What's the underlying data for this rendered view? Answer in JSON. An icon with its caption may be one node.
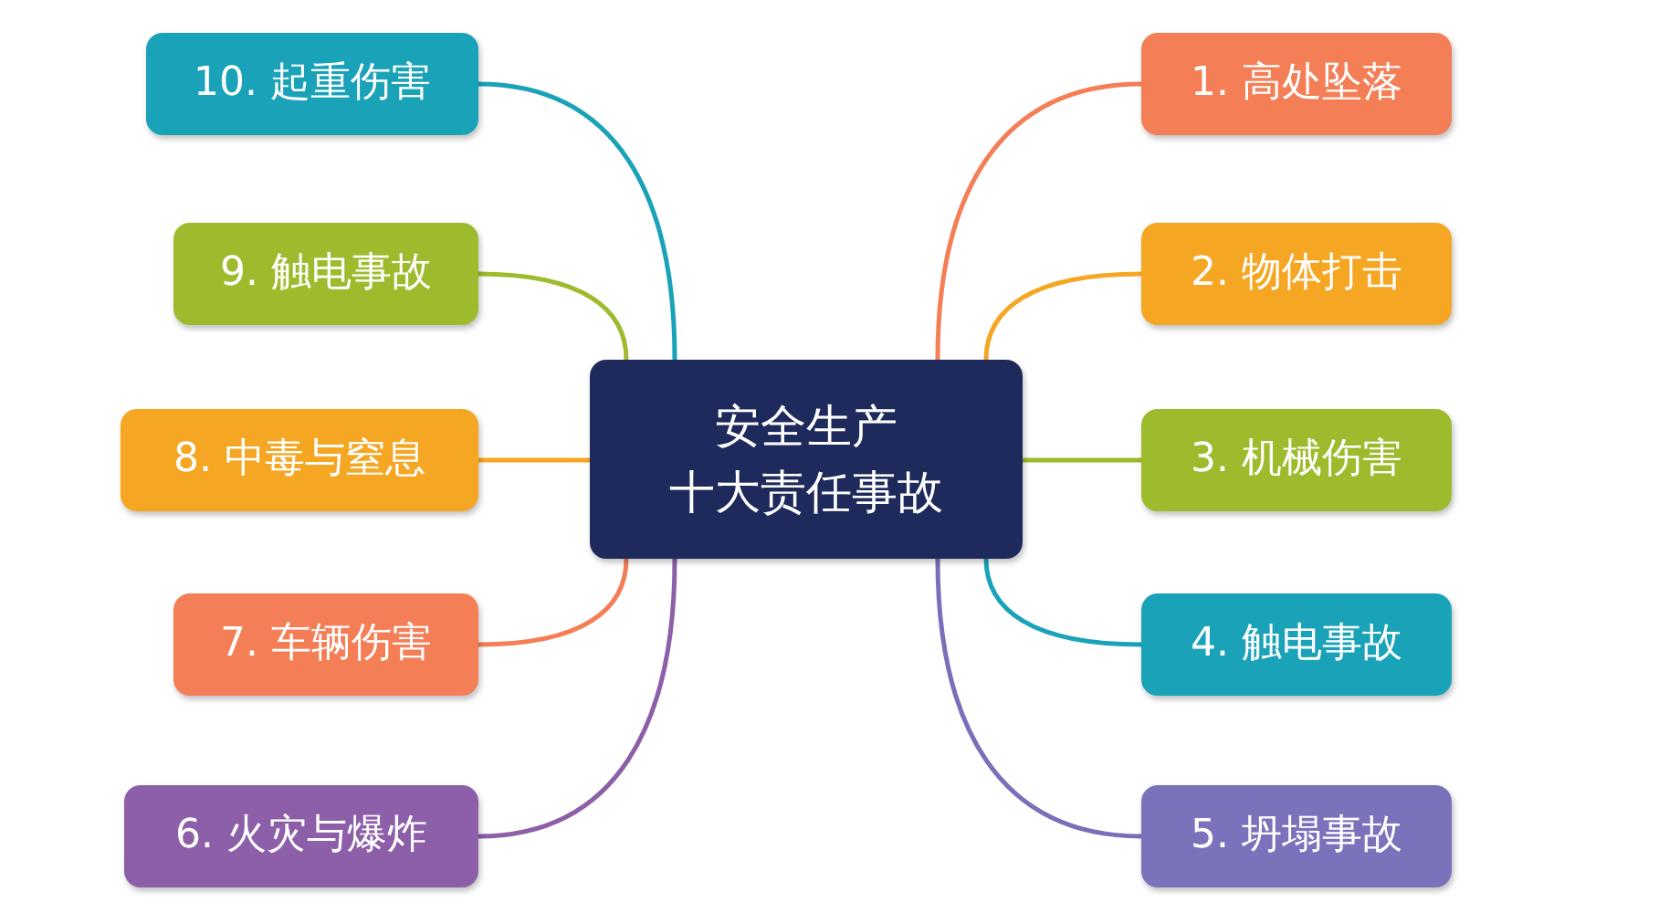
{
  "diagram": {
    "nodes": [
      {
        "text": [
          "安全生产",
          "十大责任事故"
        ]
      },
      {
        "text": [
          "1. 高处坠落"
        ]
      },
      {
        "text": [
          "2. 物体打击"
        ]
      },
      {
        "text": [
          "3. 机械伤害"
        ]
      },
      {
        "text": [
          "4. 触电事故"
        ]
      },
      {
        "text": [
          "5. 坍塌事故"
        ]
      },
      {
        "text": [
          "6. 火灾与爆炸"
        ]
      },
      {
        "text": [
          "7. 车辆伤害"
        ]
      },
      {
        "text": [
          "8. 中毒与窒息"
        ]
      },
      {
        "text": [
          "9. 触电事故"
        ]
      },
      {
        "text": [
          "10. 起重伤害"
        ]
      }
    ],
    "edges": [
      {
        "from": 0,
        "to": 1,
        "arrow": "none",
        "color": "#f47e56"
      },
      {
        "from": 0,
        "to": 2,
        "arrow": "none",
        "color": "#f5a623"
      },
      {
        "from": 0,
        "to": 3,
        "arrow": "none",
        "color": "#9dbb2c"
      },
      {
        "from": 0,
        "to": 4,
        "arrow": "none",
        "color": "#1aa3b8"
      },
      {
        "from": 0,
        "to": 5,
        "arrow": "none",
        "color": "#7a6fb8"
      },
      {
        "from": 0,
        "to": 6,
        "arrow": "none",
        "color": "#8d5fa8"
      },
      {
        "from": 0,
        "to": 7,
        "arrow": "none",
        "color": "#f47e56"
      },
      {
        "from": 0,
        "to": 8,
        "arrow": "none",
        "color": "#f5a623"
      },
      {
        "from": 0,
        "to": 9,
        "arrow": "none",
        "color": "#9dbb2c"
      },
      {
        "from": 0,
        "to": 10,
        "arrow": "none",
        "color": "#1aa3b8"
      }
    ]
  }
}
